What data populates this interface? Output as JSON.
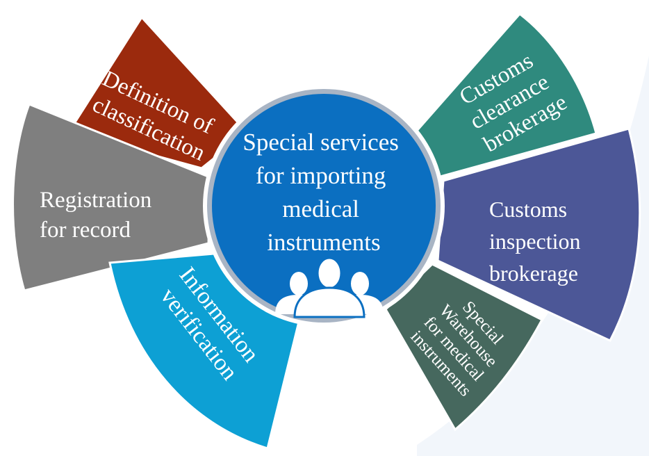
{
  "center": {
    "lines": [
      "Special services",
      "for importing",
      "medical",
      "instruments"
    ],
    "icon": "users-group-icon",
    "color": "#0b6fc1"
  },
  "segments": [
    {
      "id": "definition-of-classification",
      "lines": [
        "Definition of",
        "classification"
      ],
      "color": "#9b2a0d"
    },
    {
      "id": "registration-for-record",
      "lines": [
        "Registration",
        "for record"
      ],
      "color": "#7f7f7f"
    },
    {
      "id": "information-verification",
      "lines": [
        "Information",
        "verification"
      ],
      "color": "#0da0d4"
    },
    {
      "id": "customs-clearance-brokerage",
      "lines": [
        "Customs",
        "clearance",
        "brokerage"
      ],
      "color": "#2f8a7e"
    },
    {
      "id": "customs-inspection-brokerage",
      "lines": [
        "Customs",
        "inspection",
        "brokerage"
      ],
      "color": "#4c5797"
    },
    {
      "id": "special-warehouse",
      "lines": [
        "Special",
        "Warehouse",
        "for medical",
        "instruments"
      ],
      "color": "#46685e"
    }
  ]
}
